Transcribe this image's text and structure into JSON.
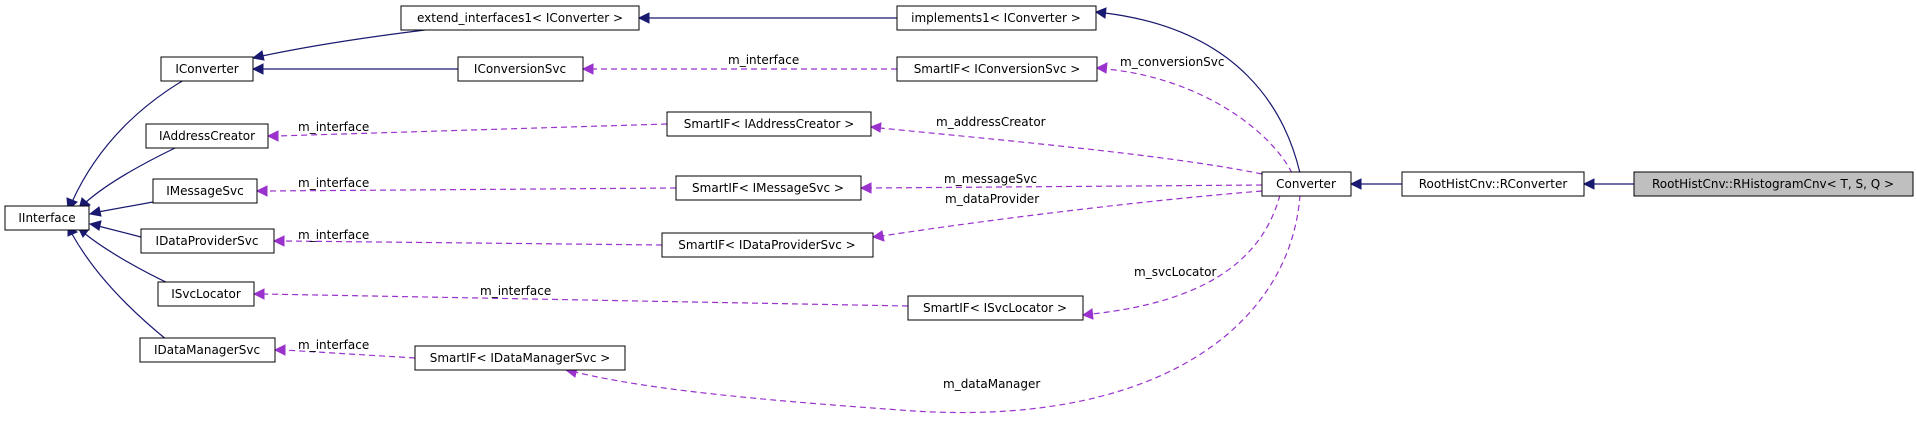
{
  "colors": {
    "inheritance_edge": "#191970",
    "usage_edge": "#9a32cd",
    "highlighted_node_fill": "#bfbfbf"
  },
  "nodes": {
    "iinterface": "IInterface",
    "iconverter": "IConverter",
    "iaddresscreator": "IAddressCreator",
    "imessagesvc": "IMessageSvc",
    "idataprovidersvc": "IDataProviderSvc",
    "isvclocator": "ISvcLocator",
    "idatamanagersvc": "IDataManagerSvc",
    "extend_interfaces1": "extend_interfaces1< IConverter >",
    "iconversionsvc": "IConversionSvc",
    "implements1": "implements1< IConverter >",
    "smartif_iconversionsvc": "SmartIF< IConversionSvc >",
    "smartif_iaddresscreator": "SmartIF< IAddressCreator >",
    "smartif_imessagesvc": "SmartIF< IMessageSvc >",
    "smartif_idataprovidersvc": "SmartIF< IDataProviderSvc >",
    "smartif_isvclocator": "SmartIF< ISvcLocator >",
    "smartif_idatamanagersvc": "SmartIF< IDataManagerSvc >",
    "converter": "Converter",
    "rconverter": "RootHistCnv::RConverter",
    "rhistogramcnv": "RootHistCnv::RHistogramCnv< T, S, Q >"
  },
  "edge_labels": {
    "m_interface": "m_interface",
    "m_conversionSvc": "m_conversionSvc",
    "m_addressCreator": "m_addressCreator",
    "m_messageSvc": "m_messageSvc",
    "m_dataProvider": "m_dataProvider",
    "m_svcLocator": "m_svcLocator",
    "m_dataManager": "m_dataManager"
  }
}
